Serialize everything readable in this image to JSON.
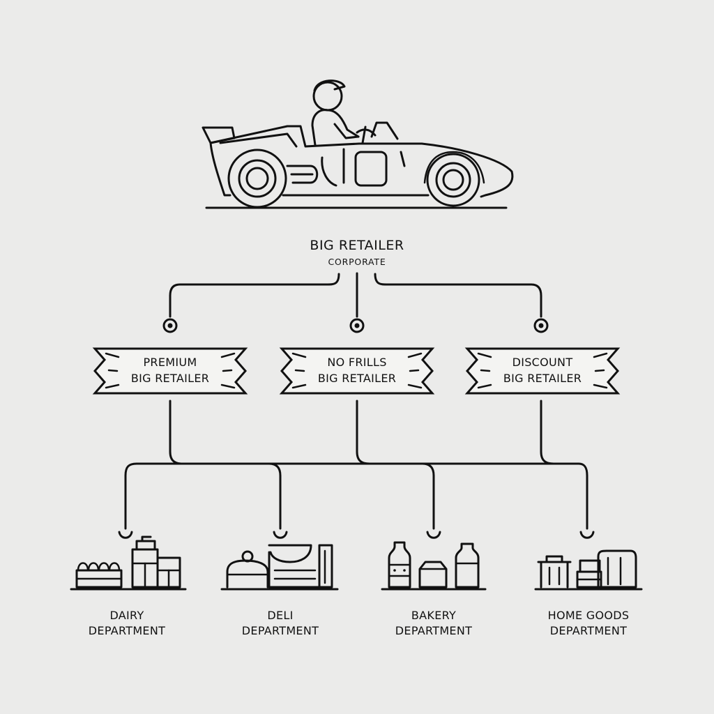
{
  "root": {
    "title": "BIG RETAILER",
    "subtitle": "CORPORATE",
    "icon": "race-car-driver-icon"
  },
  "banners": [
    {
      "line1": "PREMIUM",
      "line2": "BIG RETAILER"
    },
    {
      "line1": "NO FRILLS",
      "line2": "BIG RETAILER"
    },
    {
      "line1": "DISCOUNT",
      "line2": "BIG RETAILER"
    }
  ],
  "departments": [
    {
      "line1": "DAIRY",
      "line2": "DEPARTMENT",
      "icon": "dairy-products-icon"
    },
    {
      "line1": "DELI",
      "line2": "DEPARTMENT",
      "icon": "deli-counter-icon"
    },
    {
      "line1": "BAKERY",
      "line2": "DEPARTMENT",
      "icon": "bakery-goods-icon"
    },
    {
      "line1": "HOME GOODS",
      "line2": "DEPARTMENT",
      "icon": "home-goods-icon"
    }
  ],
  "colors": {
    "background": "#ebebea",
    "line": "#111111"
  }
}
